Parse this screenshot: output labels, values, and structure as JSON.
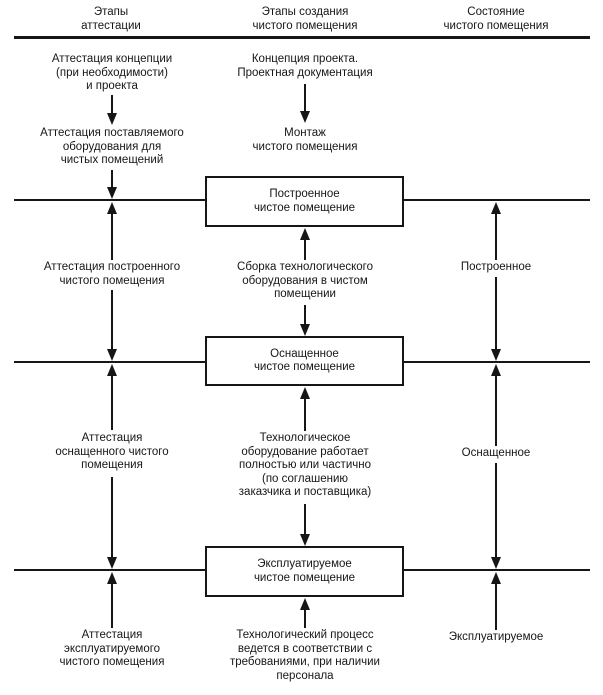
{
  "headers": {
    "attestation": "Этапы\nаттестации",
    "creation": "Этапы создания\nчистого помещения",
    "state": "Состояние\nчистого помещения"
  },
  "attestation_column": {
    "concept": "Аттестация концепции\n(при необходимости)\nи проекта",
    "supplied_equipment": "Аттестация поставляемого\nоборудования для\nчистых помещений",
    "built": "Аттестация построенного\nчистого помещения",
    "equipped": "Аттестация\nоснащенного чистого\nпомещения",
    "operational": "Аттестация\nэксплуатируемого\nчистого помещения"
  },
  "creation_column": {
    "concept": "Концепция проекта.\nПроектная документация",
    "installation": "Монтаж\nчистого помещения",
    "assembly": "Сборка технологического\nоборудования в чистом\nпомещении",
    "equipment_operation": "Технологическое\nоборудование работает\nполностью или частично\n(по соглашению\nзаказчика и поставщика)",
    "process_operation": "Технологический процесс\nведется в соответствии с\nтребованиями, при наличии\nперсонала"
  },
  "boxes": {
    "built": "Построенное\nчистое помещение",
    "equipped": "Оснащенное\nчистое помещение",
    "operational": "Эксплуатируемое\nчистое помещение"
  },
  "state_column": {
    "built": "Построенное",
    "equipped": "Оснащенное",
    "operational": "Эксплуатируемое"
  },
  "colors": {
    "ink": "#161616",
    "background": "#ffffff"
  }
}
